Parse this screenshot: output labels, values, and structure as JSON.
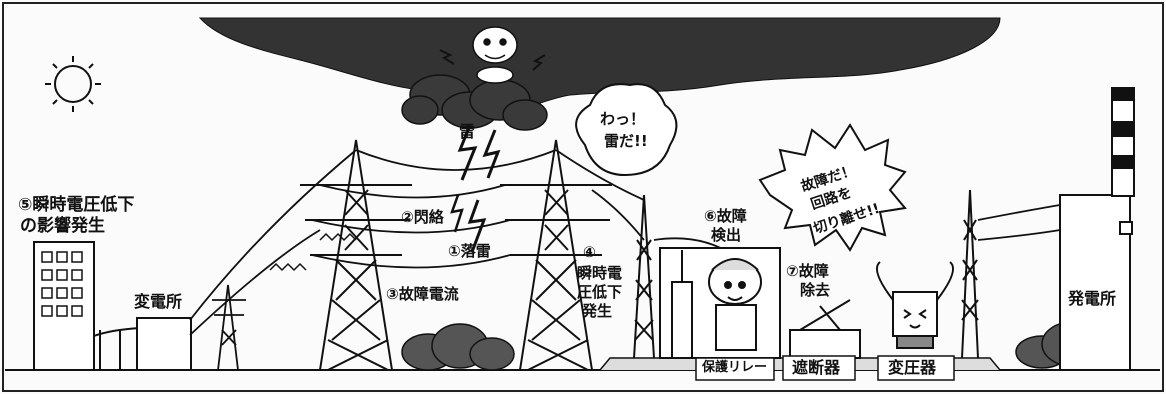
{
  "labels": {
    "voltage_effect": "⑤瞬時電圧低下",
    "voltage_effect_2": "の影響発生",
    "substation": "変電所",
    "lightning": "雷",
    "flashover": "②閃絡",
    "strike": "①落雷",
    "fault_current": "③故障電流",
    "voltage_drop_1": "④",
    "voltage_drop_2": "瞬時電",
    "voltage_drop_3": "圧低下",
    "voltage_drop_4": "発生",
    "detect_1": "⑥故障",
    "detect_2": "検出",
    "remove_1": "⑦故障",
    "remove_2": "除去",
    "relay": "保護リレー",
    "breaker": "遮断器",
    "transformer": "変圧器",
    "power_plant": "発電所"
  },
  "speech": {
    "wow_1": "わっ！",
    "wow_2": "雷だ!!",
    "cut_1": "故障だ！",
    "cut_2": "回路を",
    "cut_3": "切り離せ!!"
  }
}
